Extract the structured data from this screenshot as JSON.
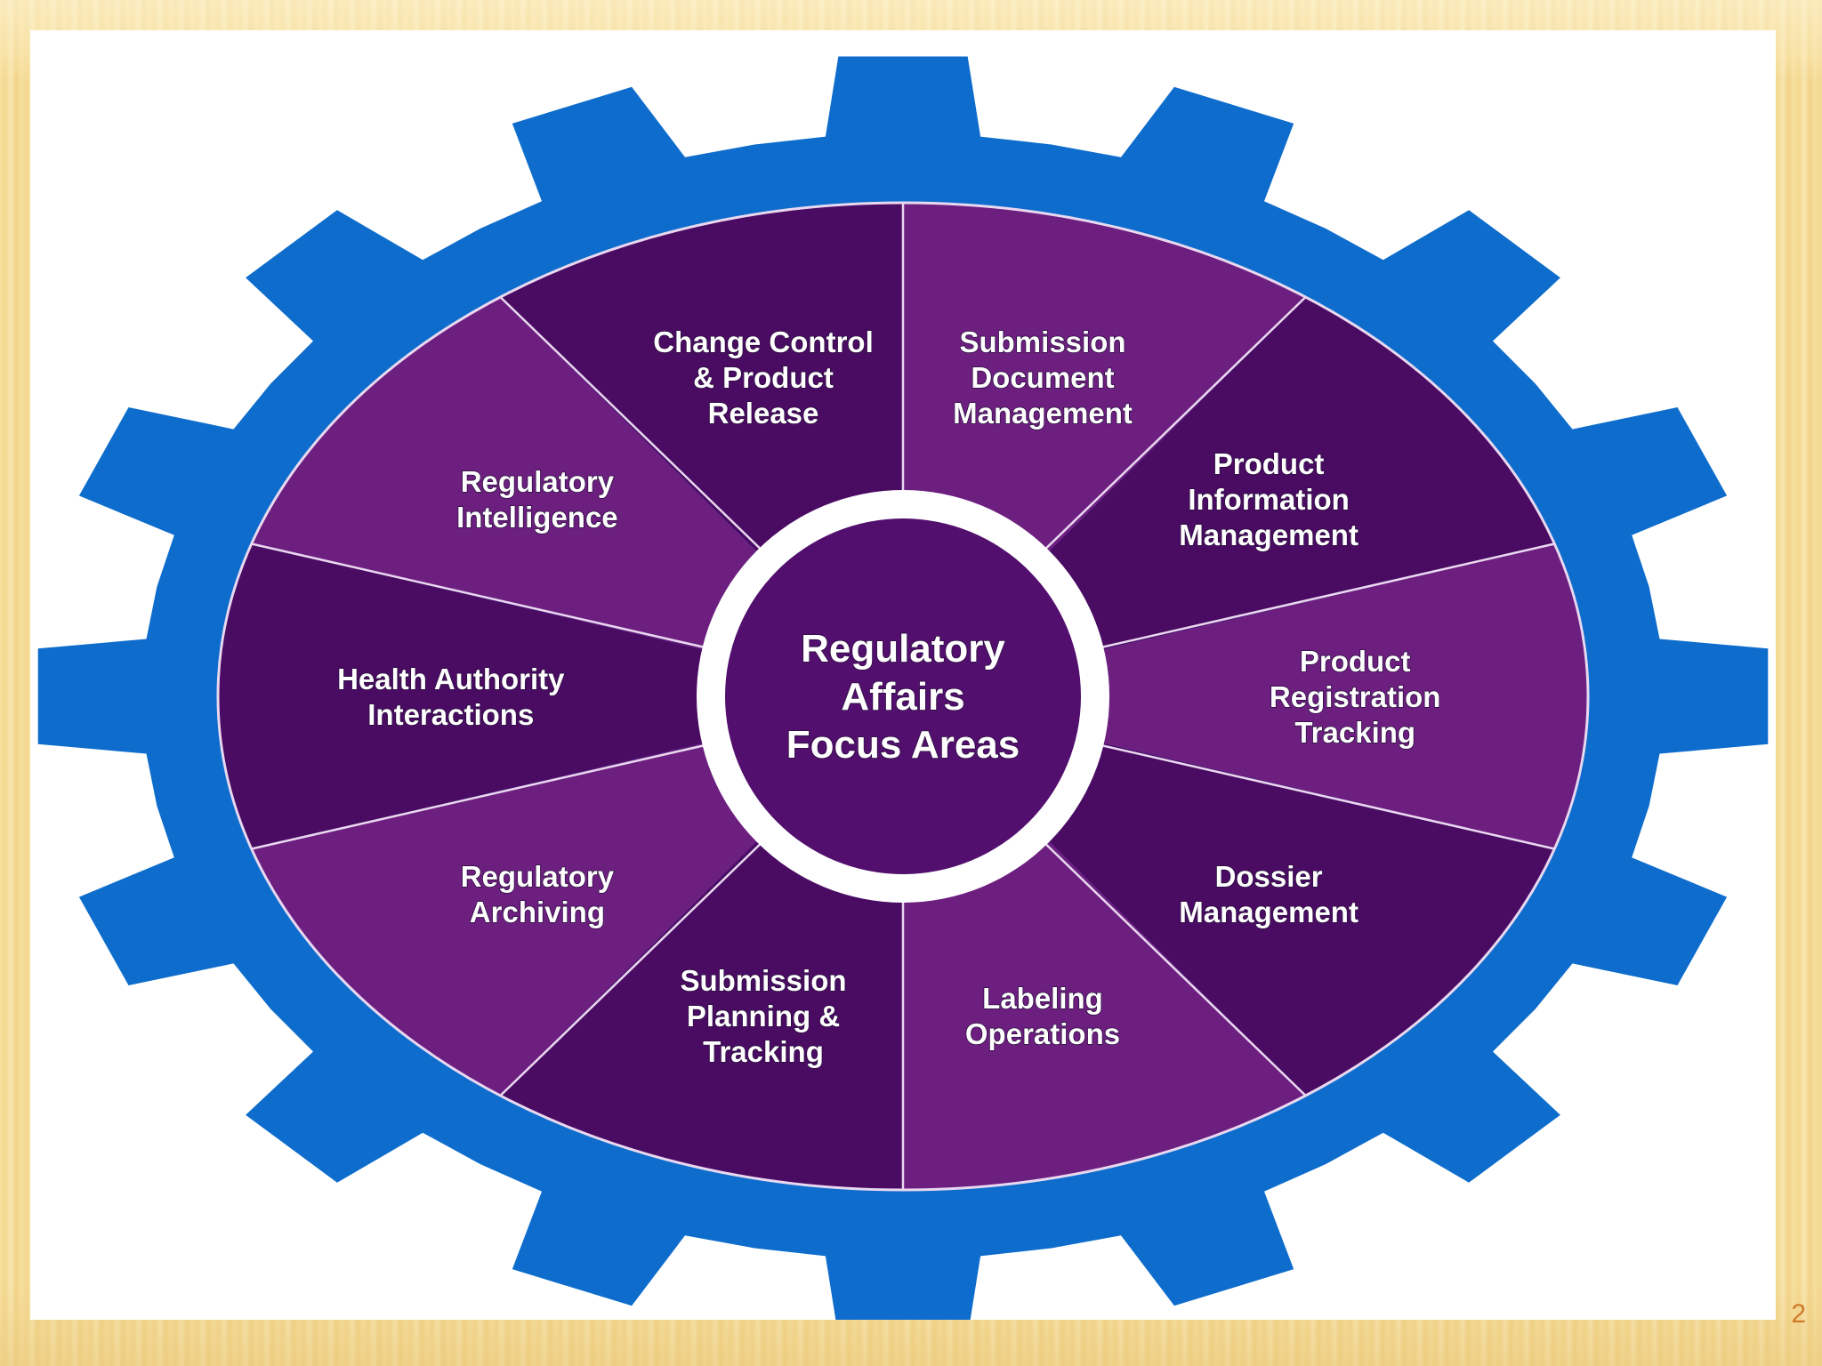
{
  "diagram": {
    "center": {
      "lines": [
        "Regulatory",
        "Affairs",
        "Focus Areas"
      ]
    },
    "colors": {
      "gear": "#0e6dcc",
      "segment_dark": "#4a0b63",
      "segment_light": "#6d1f80",
      "center_fill": "#520f6e",
      "ring": "#ffffff"
    },
    "segments": [
      {
        "lines": [
          "Submission",
          "Document",
          "Management"
        ]
      },
      {
        "lines": [
          "Product",
          "Information",
          "Management"
        ]
      },
      {
        "lines": [
          "Product",
          "Registration",
          "Tracking"
        ]
      },
      {
        "lines": [
          "Dossier",
          "Management"
        ]
      },
      {
        "lines": [
          "Labeling",
          "Operations"
        ]
      },
      {
        "lines": [
          "Submission",
          "Planning &",
          "Tracking"
        ]
      },
      {
        "lines": [
          "Regulatory",
          "Archiving"
        ]
      },
      {
        "lines": [
          "Health Authority",
          "Interactions"
        ]
      },
      {
        "lines": [
          "Regulatory",
          "Intelligence"
        ]
      },
      {
        "lines": [
          "Change Control",
          "& Product",
          "Release"
        ]
      }
    ]
  },
  "slide": {
    "page_number": "2"
  }
}
